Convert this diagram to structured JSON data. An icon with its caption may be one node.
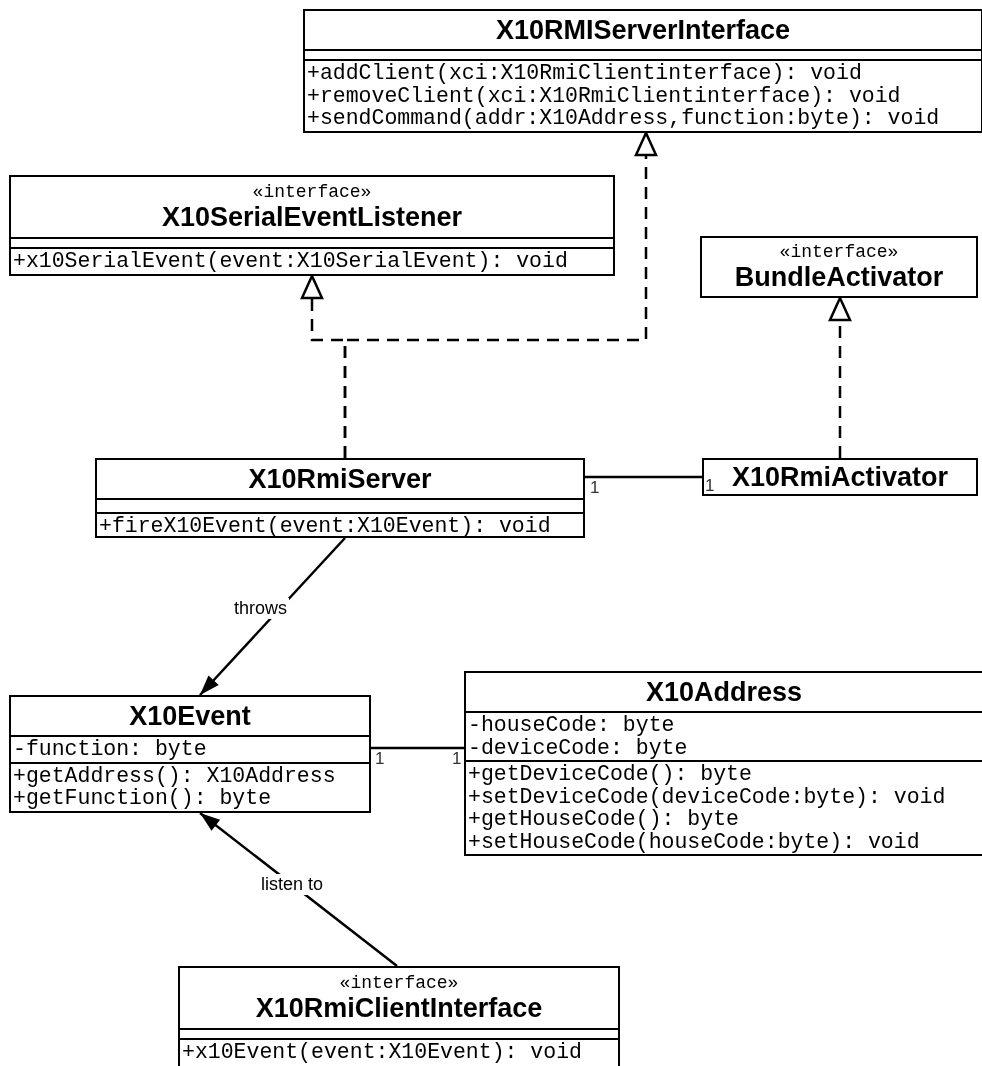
{
  "diagram": {
    "nodes": [
      {
        "text": [
          "X10RMIServerInterface",
          "+addClient(xci:X10RmiClientinterface): void",
          "+removeClient(xci:X10RmiClientinterface): void",
          "+sendCommand(addr:X10Address,function:byte): void"
        ]
      },
      {
        "text": [
          "«interface»",
          "X10SerialEventListener",
          "+x10SerialEvent(event:X10SerialEvent): void"
        ]
      },
      {
        "text": [
          "«interface»",
          "BundleActivator"
        ]
      },
      {
        "text": [
          "X10RmiServer",
          "+fireX10Event(event:X10Event): void"
        ]
      },
      {
        "text": [
          "X10RmiActivator"
        ]
      },
      {
        "text": [
          "X10Event",
          "-function: byte",
          "+getAddress(): X10Address",
          "+getFunction(): byte"
        ]
      },
      {
        "text": [
          "X10Address",
          "-houseCode: byte",
          "-deviceCode: byte",
          "+getDeviceCode(): byte",
          "+setDeviceCode(deviceCode:byte): void",
          "+getHouseCode(): byte",
          "+setHouseCode(houseCode:byte): void"
        ]
      },
      {
        "text": [
          "«interface»",
          "X10RmiClientInterface",
          "+x10Event(event:X10Event): void"
        ]
      }
    ],
    "edges": [
      {
        "from": 3,
        "to": 1,
        "arrow": "to",
        "style": "dashed"
      },
      {
        "from": 3,
        "to": 0,
        "arrow": "to",
        "style": "dashed"
      },
      {
        "from": 4,
        "to": 2,
        "arrow": "to",
        "style": "dashed"
      },
      {
        "from": 3,
        "to": 4,
        "arrow": "none"
      },
      {
        "from": 3,
        "to": 5,
        "arrow": "to",
        "label": "throws"
      },
      {
        "from": 5,
        "to": 6,
        "arrow": "none"
      },
      {
        "from": 7,
        "to": 5,
        "arrow": "to",
        "label": "listen to"
      }
    ],
    "labels": [
      "1",
      "1",
      "1",
      "1"
    ]
  }
}
